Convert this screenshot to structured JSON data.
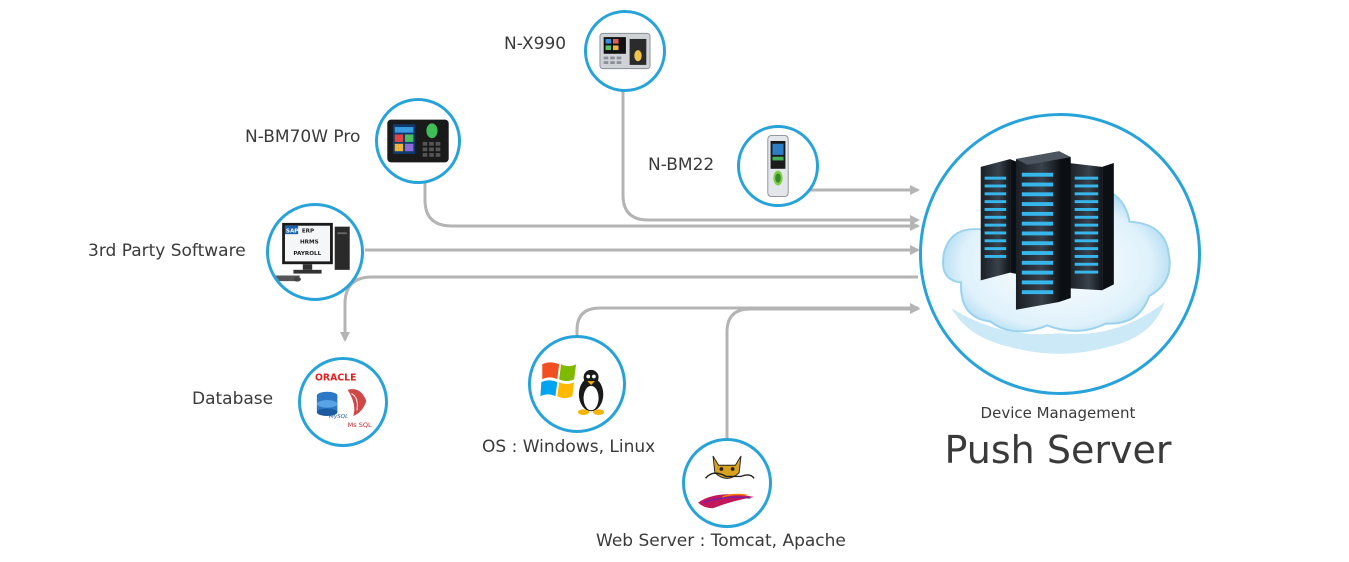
{
  "devices": {
    "nx990": {
      "label": "N-X990"
    },
    "nbm70w": {
      "label": "N-BM70W Pro"
    },
    "nbm22": {
      "label": "N-BM22"
    },
    "third_party": {
      "label": "3rd Party Software",
      "screen_lines": [
        "SAP",
        "ERP",
        "HRMS",
        "PAYROLL"
      ]
    },
    "database": {
      "label": "Database",
      "logos": {
        "oracle": "ORACLE",
        "mysql": "MySQL",
        "mssql": "Ms SQL"
      }
    },
    "os": {
      "label": "OS : Windows, Linux"
    },
    "web_server": {
      "label": "Web Server : Tomcat, Apache"
    }
  },
  "server": {
    "subtitle": "Device Management",
    "title": "Push Server"
  },
  "colors": {
    "accent": "#27a3d9",
    "connector": "#b4b4b4",
    "text": "#3a3a3a"
  }
}
